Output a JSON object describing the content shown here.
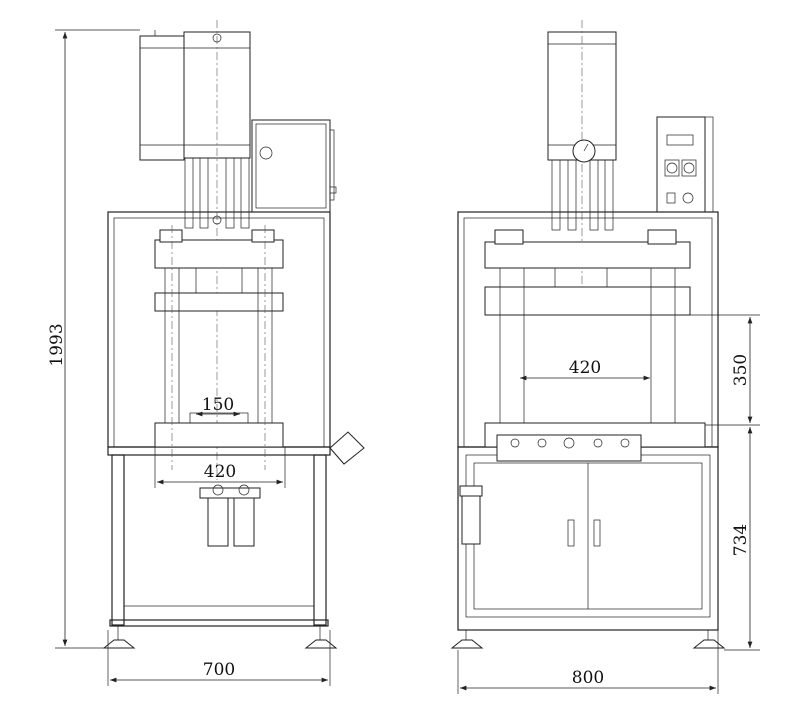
{
  "drawing": {
    "front_view": {
      "overall_height": "1993",
      "frame_width": "700",
      "platen_width": "420",
      "mold_spacing": "150"
    },
    "side_view": {
      "frame_width": "800",
      "column_spacing": "420",
      "stroke_height": "350",
      "table_height": "734"
    }
  }
}
